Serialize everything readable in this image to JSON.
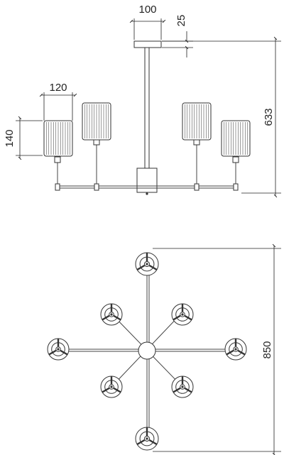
{
  "colors": {
    "line": "#333333",
    "text": "#222222",
    "shade_rib": "#555555",
    "background": "#ffffff"
  },
  "dimensions": {
    "canopy_width": "100",
    "canopy_height": "25",
    "total_height": "633",
    "shade_width": "120",
    "shade_height": "140",
    "span_diameter": "850"
  },
  "views": [
    "side-view",
    "top-view"
  ]
}
